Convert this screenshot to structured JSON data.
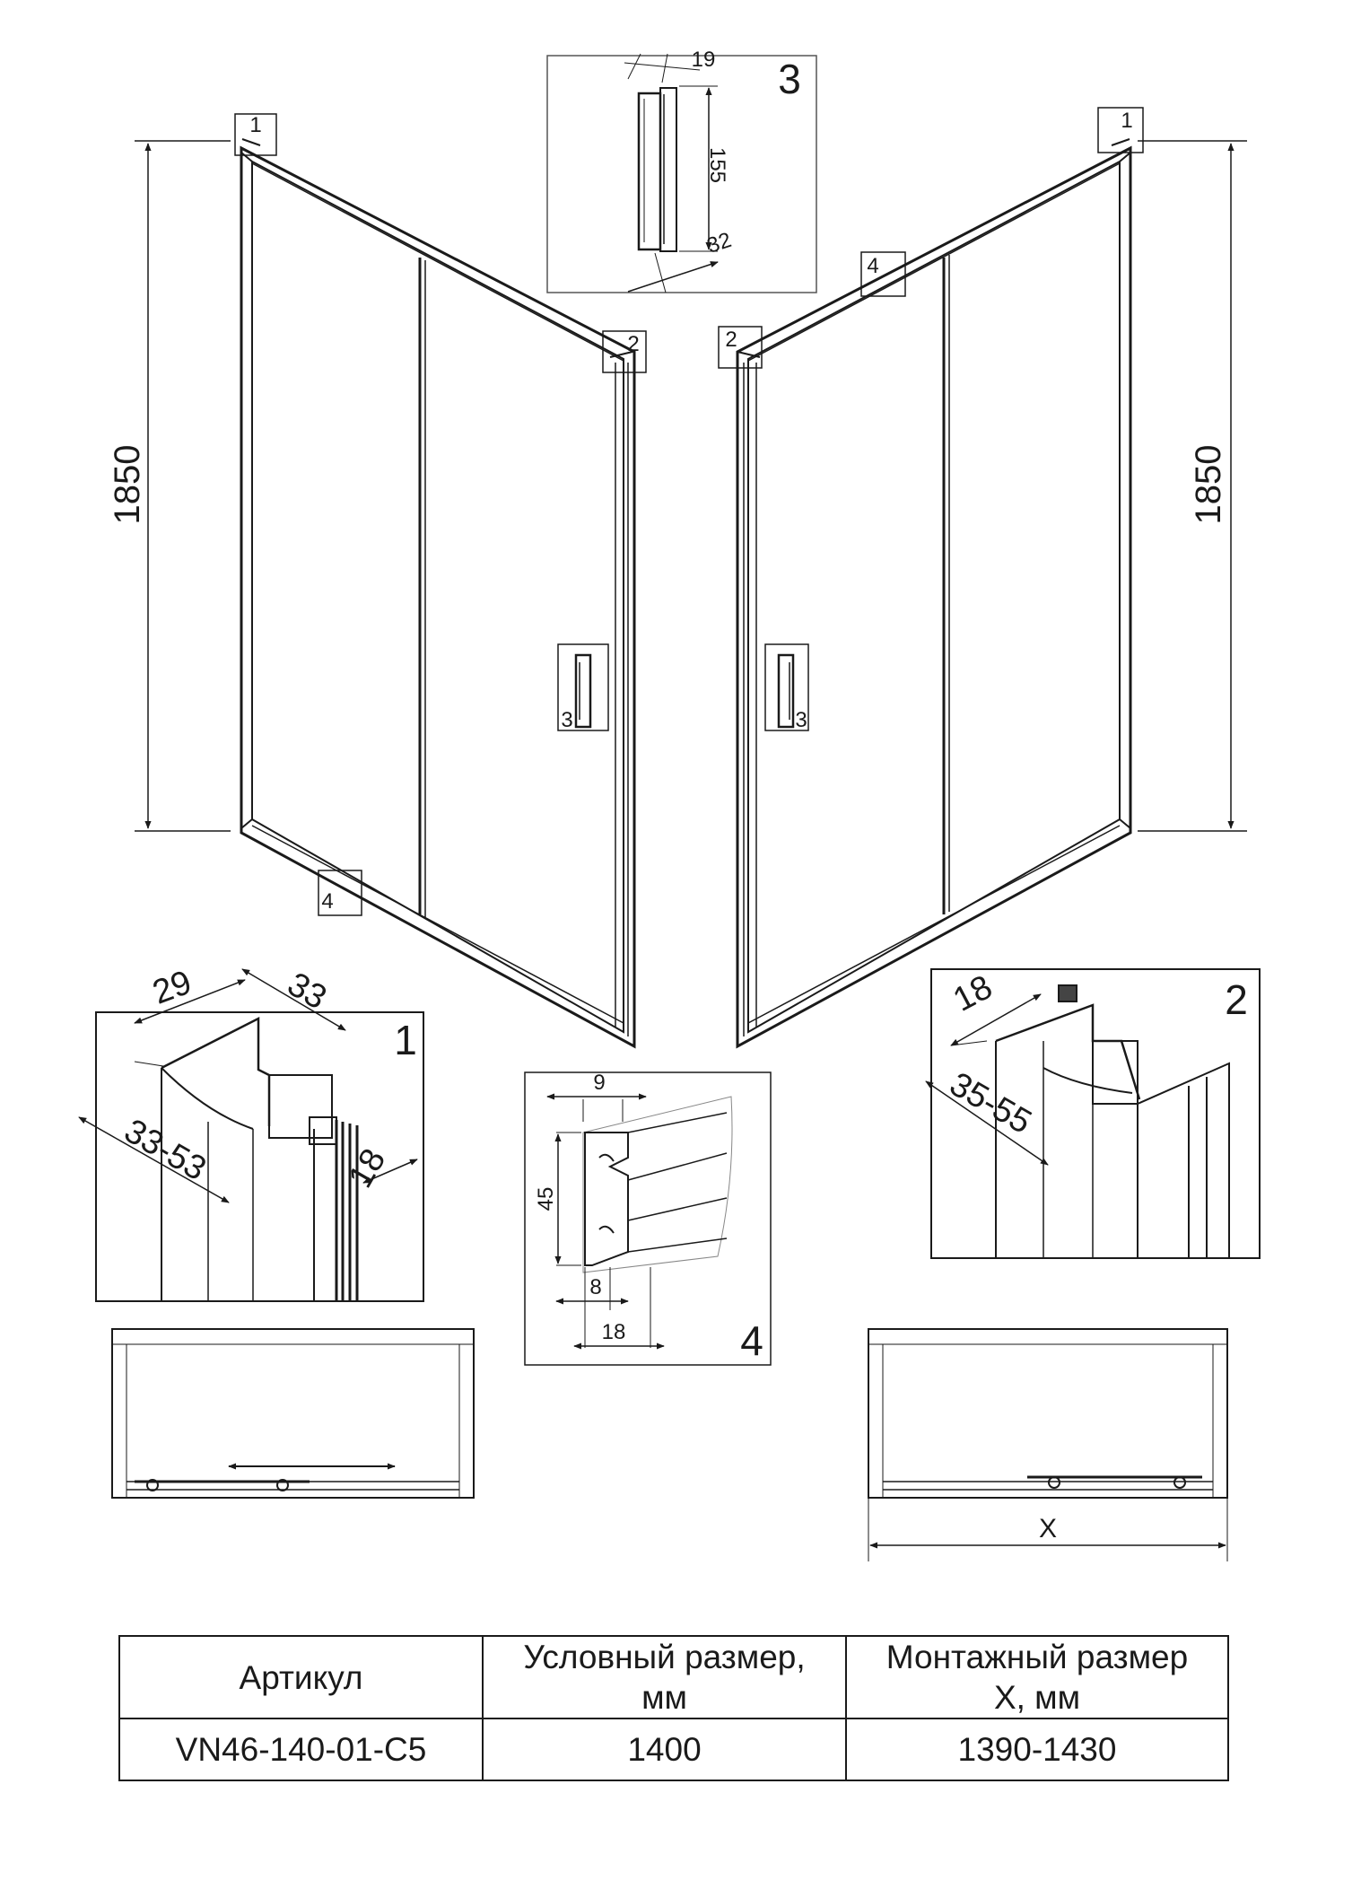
{
  "elevation_left": {
    "height_label": "1850",
    "callouts": [
      "1",
      "2",
      "3",
      "4"
    ]
  },
  "elevation_right": {
    "height_label": "1850",
    "callouts": [
      "1",
      "2",
      "3",
      "4"
    ]
  },
  "detail_3": {
    "number": "3",
    "dims": [
      "19",
      "155",
      "32"
    ]
  },
  "detail_1": {
    "number": "1",
    "dims": [
      "29",
      "33",
      "33-53",
      "18"
    ]
  },
  "detail_4": {
    "number": "4",
    "dims": [
      "9",
      "45",
      "8",
      "18"
    ]
  },
  "detail_2": {
    "number": "2",
    "dims": [
      "18",
      "35-55"
    ]
  },
  "plan_right": {
    "x_label": "X"
  },
  "spec_table": {
    "headers": [
      "Артикул",
      "Условный размер,",
      "мм",
      "Монтажный размер",
      "X, мм"
    ],
    "row": [
      "VN46-140-01-C5",
      "1400",
      "1390-1430"
    ]
  }
}
